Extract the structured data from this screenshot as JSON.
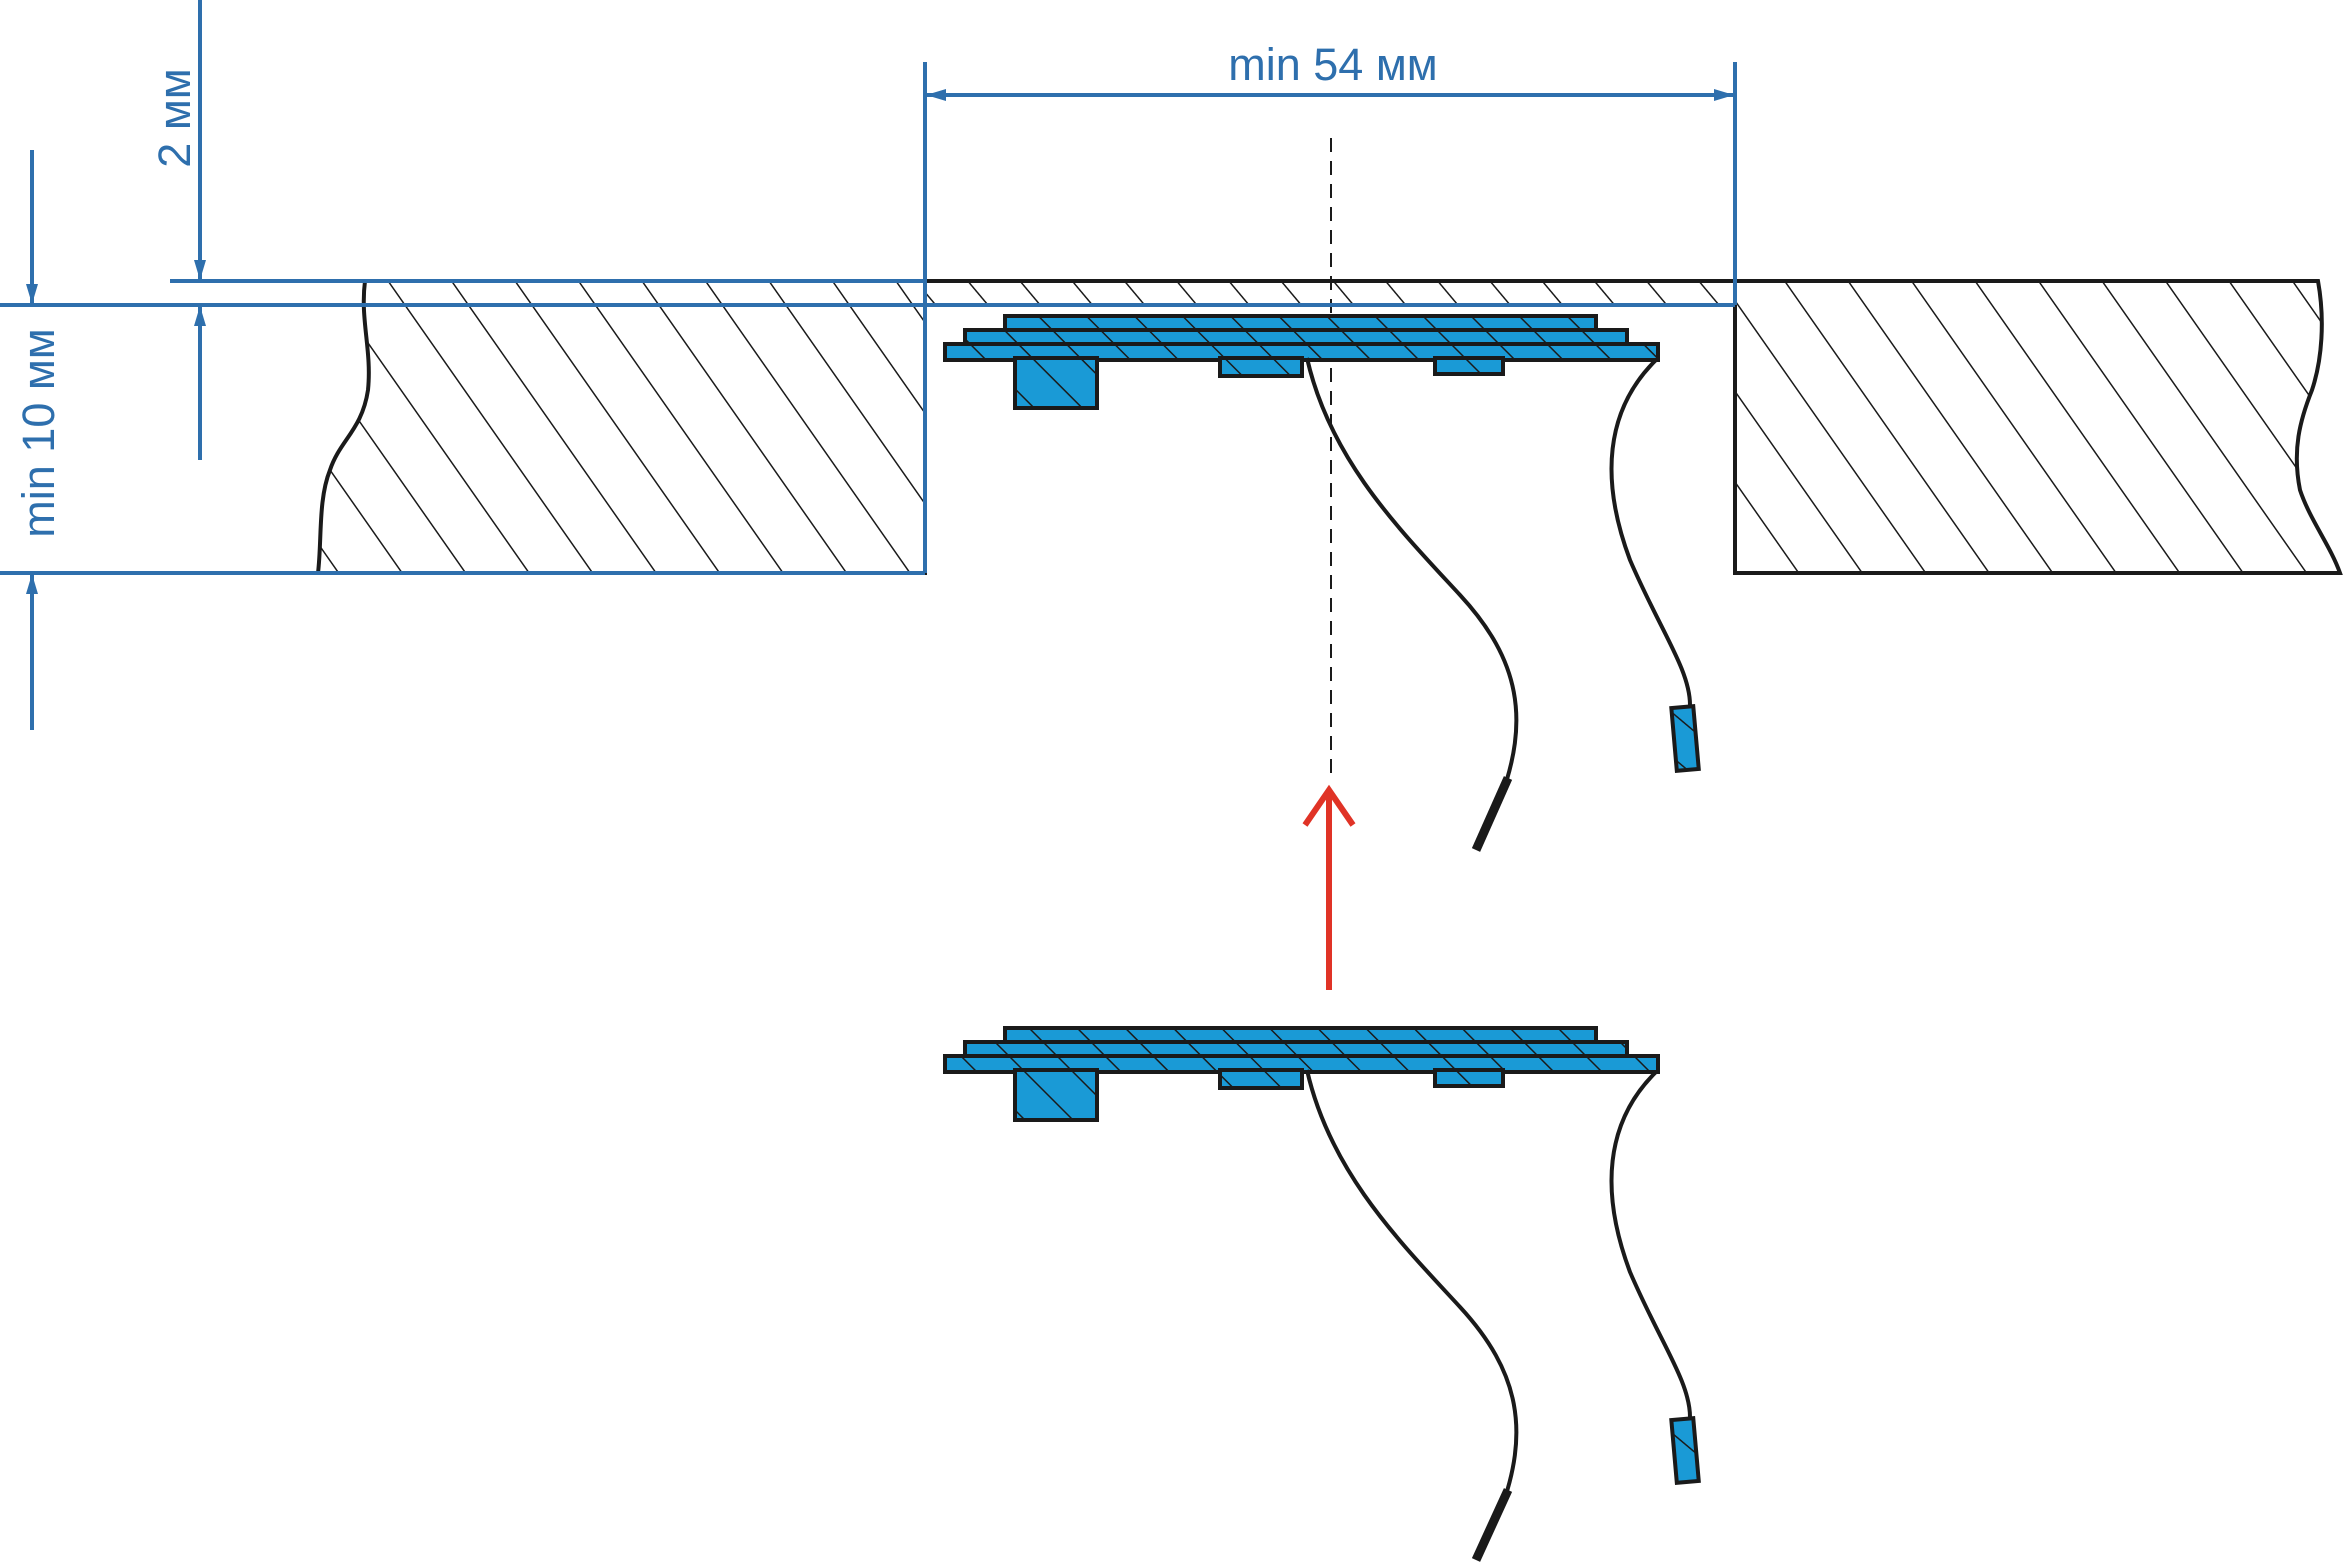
{
  "labels": {
    "width_dim": "min 54 мм",
    "gap_dim": "2 мм",
    "thickness_dim": "min 10 мм"
  },
  "colors": {
    "dimension": "#2e6fad",
    "outline": "#1a1a1a",
    "component_fill": "#1a9ad6",
    "arrow": "#e03326",
    "background": "#ffffff"
  }
}
